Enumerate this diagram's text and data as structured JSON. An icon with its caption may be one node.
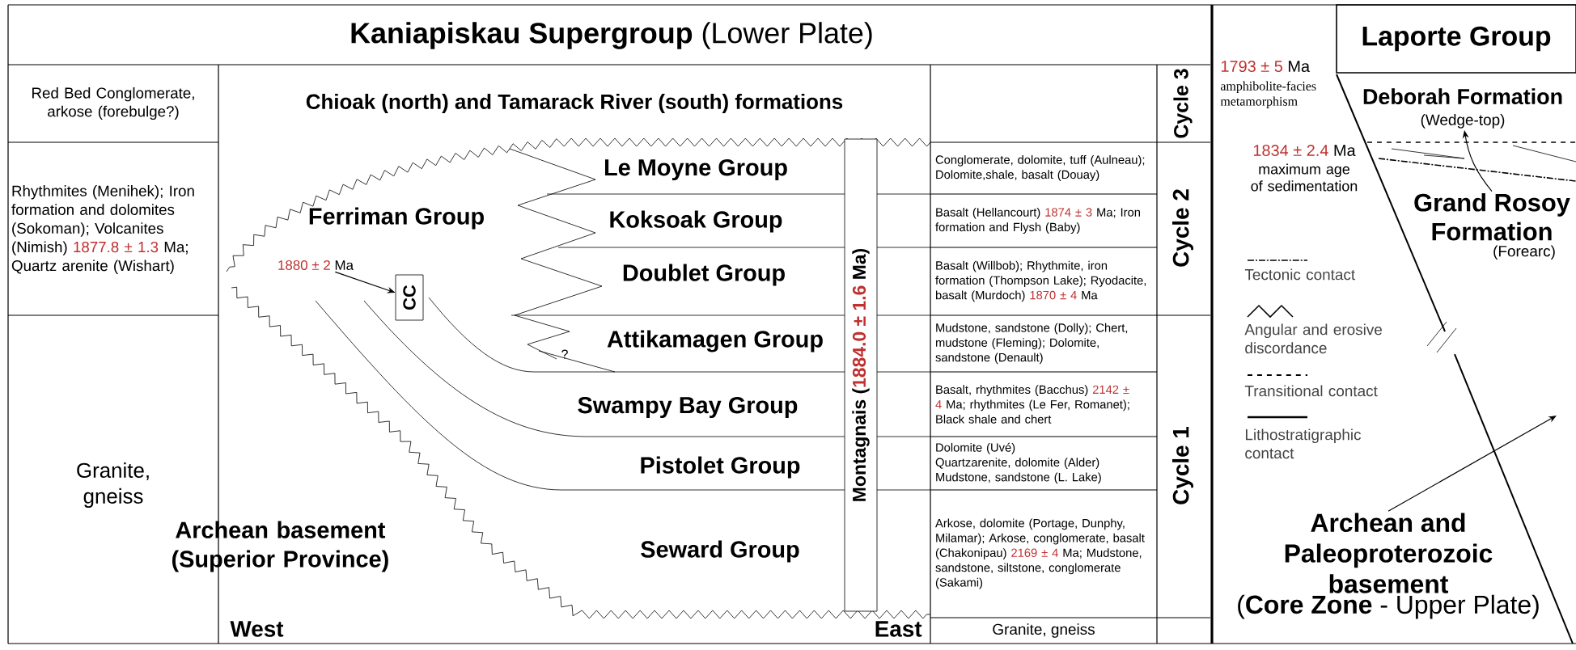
{
  "diagram": {
    "nodes": [
      {
        "text": [
          "**Kaniapiskau Supergroup** (Lower Plate)"
        ]
      },
      {
        "text": [
          "Laporte Group"
        ]
      },
      {
        "text": [
          "Red Bed Conglomerate, arkose (forebulge?)"
        ]
      },
      {
        "text": [
          "Rhythmites (Menihek); Iron formation and dolomites (Sokoman); Volcanites (Nimish)",
          "1877.8 ± 1.3",
          "Ma; Quartz arenite (Wishart)"
        ]
      },
      {
        "text": [
          "Granite, gneiss"
        ]
      },
      {
        "text": [
          "Chioak (north) and Tamarack River (south) formations"
        ]
      },
      {
        "text": [
          "Ferriman Group"
        ]
      },
      {
        "text": [
          "1880 ± 2",
          "Ma"
        ]
      },
      {
        "text": [
          "CC"
        ]
      },
      {
        "text": [
          "Le Moyne Group"
        ]
      },
      {
        "text": [
          "Koksoak Group"
        ]
      },
      {
        "text": [
          "Doublet Group"
        ]
      },
      {
        "text": [
          "Attikamagen Group"
        ]
      },
      {
        "text": [
          "Swampy Bay Group"
        ]
      },
      {
        "text": [
          "Pistolet Group"
        ]
      },
      {
        "text": [
          "Seward Group"
        ]
      },
      {
        "text": [
          "Archean basement (Superior Province)"
        ]
      },
      {
        "text": [
          "Montagnais (",
          "1884.0 ± 1.6",
          "Ma)"
        ]
      },
      {
        "text": [
          "Conglomerate, dolomite, tuff (Aulneau); Dolomite,shale, basalt (Douay)"
        ]
      },
      {
        "text": [
          "Basalt (Hellancourt)",
          "1874 ± 3",
          "Ma; Iron formation and Flysh (Baby)"
        ]
      },
      {
        "text": [
          "Basalt (Willbob); Rhythmite, iron formation (Thompson Lake); Ryodacite, basalt (Murdoch)",
          "1870 ± 4",
          "Ma"
        ]
      },
      {
        "text": [
          "Mudstone, sandstone (Dolly); Chert, mudstone (Fleming); Dolomite, sandstone (Denault)"
        ]
      },
      {
        "text": [
          "Basalt, rhythmites (Bacchus)",
          "2142 ± 4",
          "Ma; rhythmites (Le Fer, Romanet); Black shale and chert"
        ]
      },
      {
        "text": [
          "Dolomite (Uvé)",
          "Quartzarenite, dolomite (Alder)",
          "Mudstone, sandstone (L. Lake)"
        ]
      },
      {
        "text": [
          "Arkose, dolomite (Portage, Dunphy, Milamar); Arkose, conglomerate, basalt (Chakonipau)",
          "2169 ± 4",
          "Ma; Mudstone, sandstone, siltstone, conglomerate (Sakami)"
        ]
      },
      {
        "text": [
          "Granite, gneiss"
        ]
      },
      {
        "text": [
          "Cycle 3"
        ]
      },
      {
        "text": [
          "Cycle 2"
        ]
      },
      {
        "text": [
          "Cycle 1"
        ]
      },
      {
        "text": [
          "Deborah Formation",
          "(Wedge-top)"
        ]
      },
      {
        "text": [
          "Grand Rosoy Formation",
          "(Forearc)"
        ]
      },
      {
        "text": [
          "Archean and Paleoproterozoic basement",
          "(**Core Zone** - Upper Plate)"
        ]
      }
    ],
    "edges": [
      {
        "from": 7,
        "to": 8,
        "arrow": "to"
      },
      {
        "from": 30,
        "to": 29,
        "arrow": "to"
      },
      {
        "from": 31,
        "to": null,
        "arrow": "to"
      }
    ],
    "labels": [
      "?",
      "West",
      "East",
      "1793 ± 5",
      "Ma",
      "amphibolite-facies metamorphism",
      "1834 ± 2.4",
      "Ma",
      "maximum age of sedimentation"
    ],
    "legend": [
      {
        "text": "Tectonic contact"
      },
      {
        "text": "Angular and erosive discordance"
      },
      {
        "text": "Transitional contact"
      },
      {
        "text": "Lithostratigraphic contact"
      }
    ]
  }
}
